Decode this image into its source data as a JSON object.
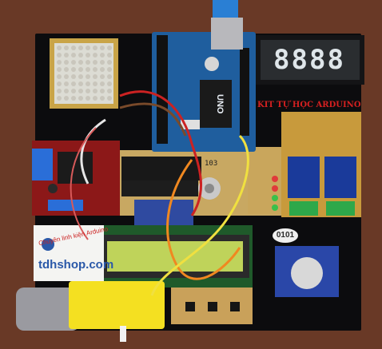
{
  "seven_segment": {
    "display": "8888"
  },
  "kit_label": {
    "text": "KIT TỰ HỌC ARDUINO"
  },
  "arduino": {
    "board_text": "UNO"
  },
  "logo": {
    "brand": "tdhshop.com",
    "tagline": "Chuyên linh kiện Arduino"
  },
  "tag": {
    "text": "0101"
  },
  "potentiometer": {
    "label": "103"
  }
}
